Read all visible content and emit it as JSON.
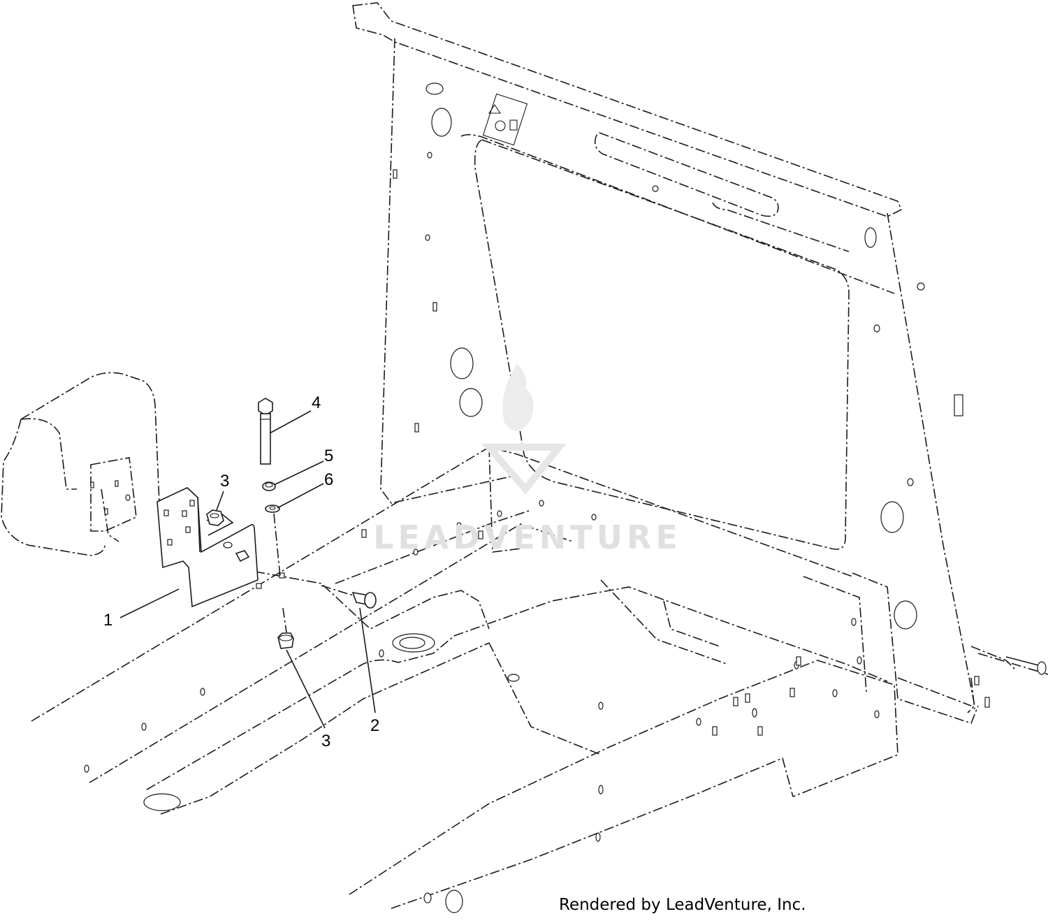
{
  "callouts": [
    {
      "id": "c1",
      "label": "1"
    },
    {
      "id": "c2",
      "label": "2"
    },
    {
      "id": "c3a",
      "label": "3"
    },
    {
      "id": "c3b",
      "label": "3"
    },
    {
      "id": "c4",
      "label": "4"
    },
    {
      "id": "c5",
      "label": "5"
    },
    {
      "id": "c6",
      "label": "6"
    }
  ],
  "watermark": "LEADVENTURE",
  "footer": "Rendered by LeadVenture, Inc.",
  "colors": {
    "line": "#1a1a1a",
    "watermark": "#e0e0e0",
    "background": "#ffffff"
  }
}
